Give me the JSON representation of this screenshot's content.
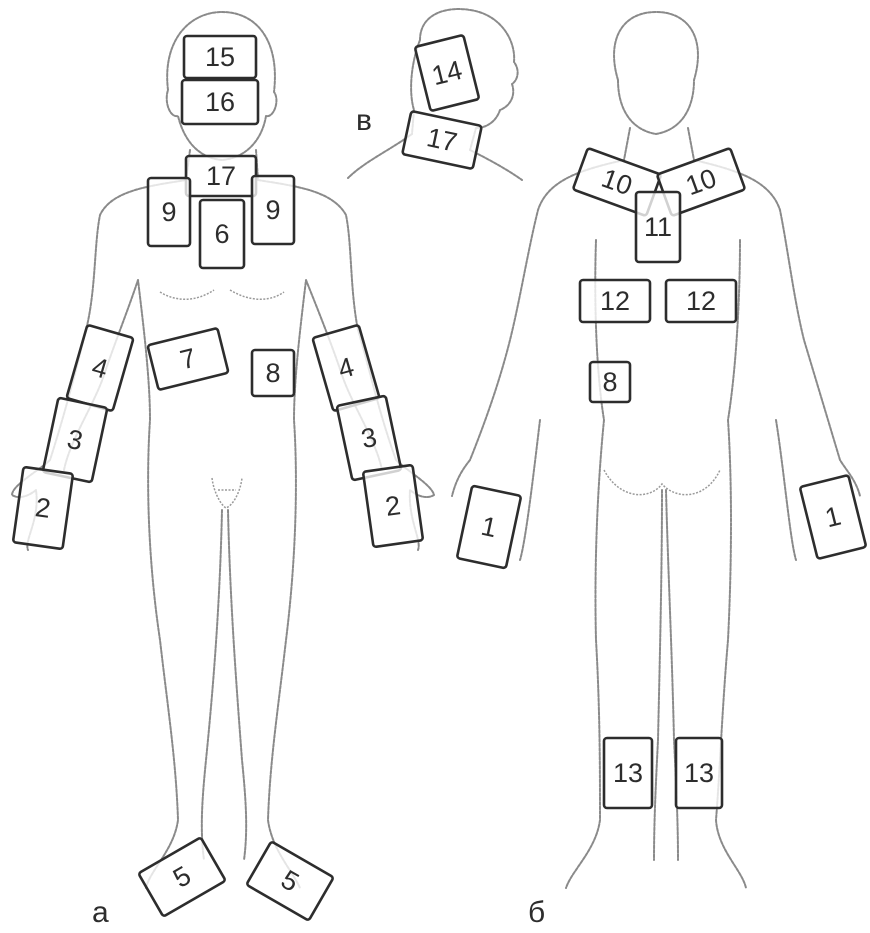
{
  "views": {
    "front": "а",
    "back": "б",
    "side": "в"
  },
  "pads": [
    {
      "id": "front-head-top",
      "label": "15"
    },
    {
      "id": "front-head-face",
      "label": "16"
    },
    {
      "id": "front-neck",
      "label": "17"
    },
    {
      "id": "front-clavicle-right",
      "label": "9"
    },
    {
      "id": "front-clavicle-left",
      "label": "9"
    },
    {
      "id": "front-sternum",
      "label": "6"
    },
    {
      "id": "front-abdomen-right",
      "label": "7"
    },
    {
      "id": "front-abdomen-left",
      "label": "8"
    },
    {
      "id": "front-upper-forearm-right",
      "label": "4"
    },
    {
      "id": "front-lower-forearm-right",
      "label": "3"
    },
    {
      "id": "front-hand-right",
      "label": "2"
    },
    {
      "id": "front-upper-forearm-left",
      "label": "4"
    },
    {
      "id": "front-lower-forearm-left",
      "label": "3"
    },
    {
      "id": "front-hand-left",
      "label": "2"
    },
    {
      "id": "front-foot-right",
      "label": "5"
    },
    {
      "id": "front-foot-left",
      "label": "5"
    },
    {
      "id": "side-temple",
      "label": "14"
    },
    {
      "id": "side-neck",
      "label": "17"
    },
    {
      "id": "back-shoulder-left",
      "label": "10"
    },
    {
      "id": "back-shoulder-right",
      "label": "10"
    },
    {
      "id": "back-spine-upper",
      "label": "11"
    },
    {
      "id": "back-scapula-left",
      "label": "12"
    },
    {
      "id": "back-scapula-right",
      "label": "12"
    },
    {
      "id": "back-lumbar",
      "label": "8"
    },
    {
      "id": "back-hand-left",
      "label": "1"
    },
    {
      "id": "back-hand-right",
      "label": "1"
    },
    {
      "id": "back-calf-left",
      "label": "13"
    },
    {
      "id": "back-calf-right",
      "label": "13"
    }
  ]
}
